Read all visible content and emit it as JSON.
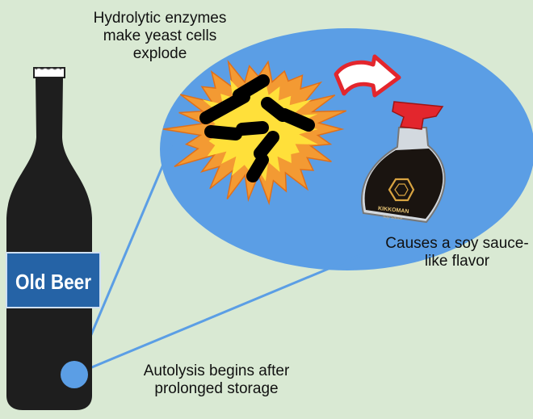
{
  "diagram": {
    "captions": {
      "enzymes": "Hydrolytic enzymes make yeast cells explode",
      "soy_flavor": "Causes a soy sauce-like flavor",
      "autolysis": "Autolysis begins after prolonged storage"
    },
    "bottle_label": "Old Beer",
    "soy_bottle_label": {
      "brand": "KIKKOMAN",
      "subtitle": "Soy Sauce"
    }
  },
  "colors": {
    "background": "#d9e9d3",
    "bubble": "#5b9ee5",
    "bottle": "#1e1e1e",
    "label": "#2563a6",
    "explosion_outer": "#f39a33",
    "explosion_inner": "#ffe03a",
    "arrow": "#e3262d",
    "soy_cap": "#e3262d"
  },
  "icons": [
    "beer-bottle-icon",
    "explosion-icon",
    "yeast-cell-icon",
    "curved-arrow-icon",
    "soy-sauce-bottle-icon"
  ]
}
